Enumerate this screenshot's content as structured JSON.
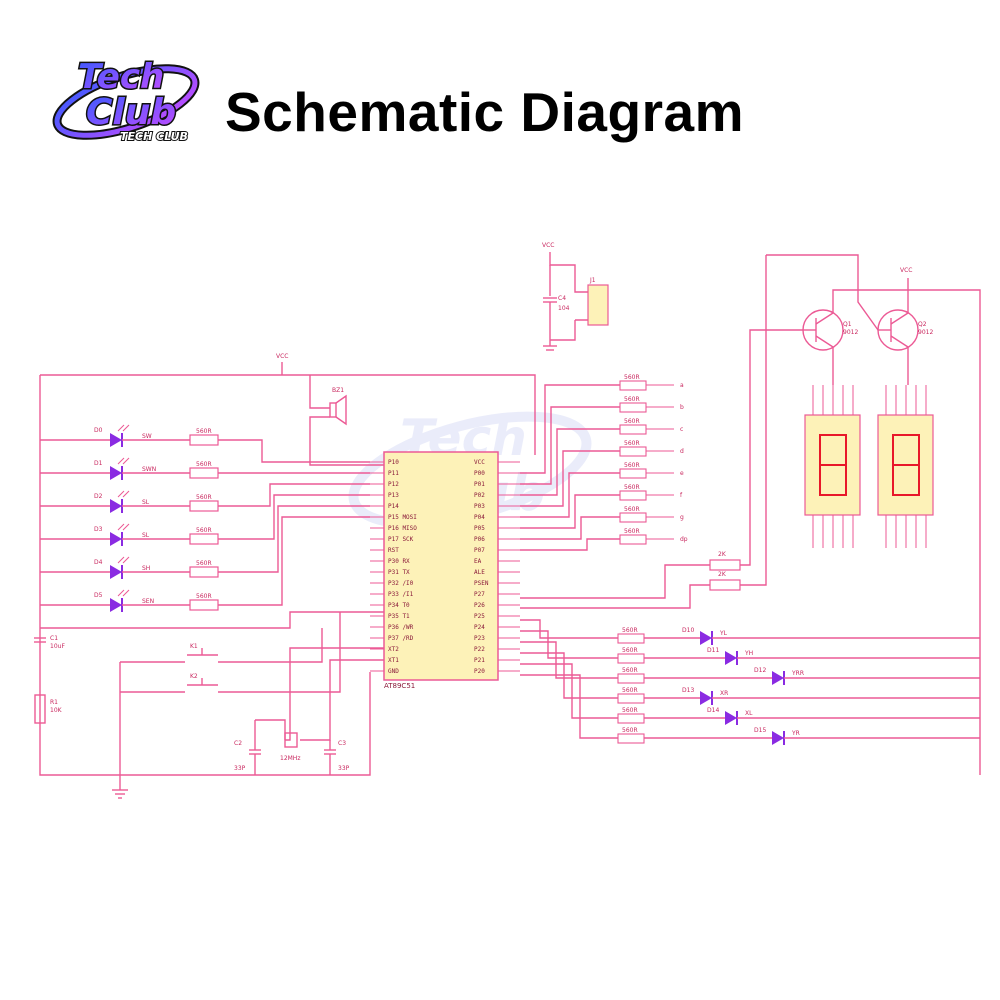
{
  "header": {
    "title": "Schematic Diagram",
    "logo_text_main": "Tech Club",
    "logo_text_sub": "TECH CLUB"
  },
  "colors": {
    "wire": "#ec5a95",
    "chip_fill": "#fdf2b8",
    "led": "#8a2be2",
    "segment": "#e8182a"
  },
  "schematic": {
    "chip_name": "AT89C51",
    "chip_left_pins": [
      "P10",
      "P11",
      "P12",
      "P13",
      "P14",
      "P15 MOSI",
      "P16 MISO",
      "P17 SCK",
      "RST",
      "P30 RX",
      "P31 TX",
      "P32 /I0",
      "P33 /I1",
      "P34 T0",
      "P35 T1",
      "P36 /WR",
      "P37 /RD",
      "XT2",
      "XT1",
      "GND"
    ],
    "chip_right_pins": [
      "VCC",
      "P00",
      "P01",
      "P02",
      "P03",
      "P04",
      "P05",
      "P06",
      "P07",
      "EA",
      "ALE",
      "PSEN",
      "P27",
      "P26",
      "P25",
      "P24",
      "P23",
      "P22",
      "P21",
      "P20"
    ],
    "leds": [
      {
        "ref": "D0",
        "label": "SW"
      },
      {
        "ref": "D1",
        "label": "SWN"
      },
      {
        "ref": "D2",
        "label": "SL"
      },
      {
        "ref": "D3",
        "label": "SL"
      },
      {
        "ref": "D4",
        "label": "SH"
      },
      {
        "ref": "D5",
        "label": "SEN"
      }
    ],
    "led_resistor_label": "560R",
    "seg_resistor_label": "560R",
    "seg_pin_labels": [
      "a",
      "b",
      "c",
      "d",
      "e",
      "f",
      "g",
      "dp"
    ],
    "right_leds": [
      {
        "ref": "D10",
        "label": "YL"
      },
      {
        "ref": "D11",
        "label": "YH"
      },
      {
        "ref": "D12",
        "label": "YRR"
      },
      {
        "ref": "D13",
        "label": "XR"
      },
      {
        "ref": "D14",
        "label": "XL"
      },
      {
        "ref": "D15",
        "label": "YR"
      }
    ],
    "switches": [
      "K1",
      "K2"
    ],
    "crystal": "12MHz",
    "caps": [
      "C1",
      "C2",
      "C3",
      "C4"
    ],
    "cap_values": [
      "10uF",
      "33P",
      "33P",
      "104"
    ],
    "transistors": [
      "Q1",
      "Q2"
    ],
    "transistor_model": "9012",
    "base_resistor": "2K",
    "vcc": "VCC",
    "buzzer": "BZ1",
    "reset_resistor": "R1",
    "reset_resistor_value": "10K",
    "connector": "J1"
  }
}
